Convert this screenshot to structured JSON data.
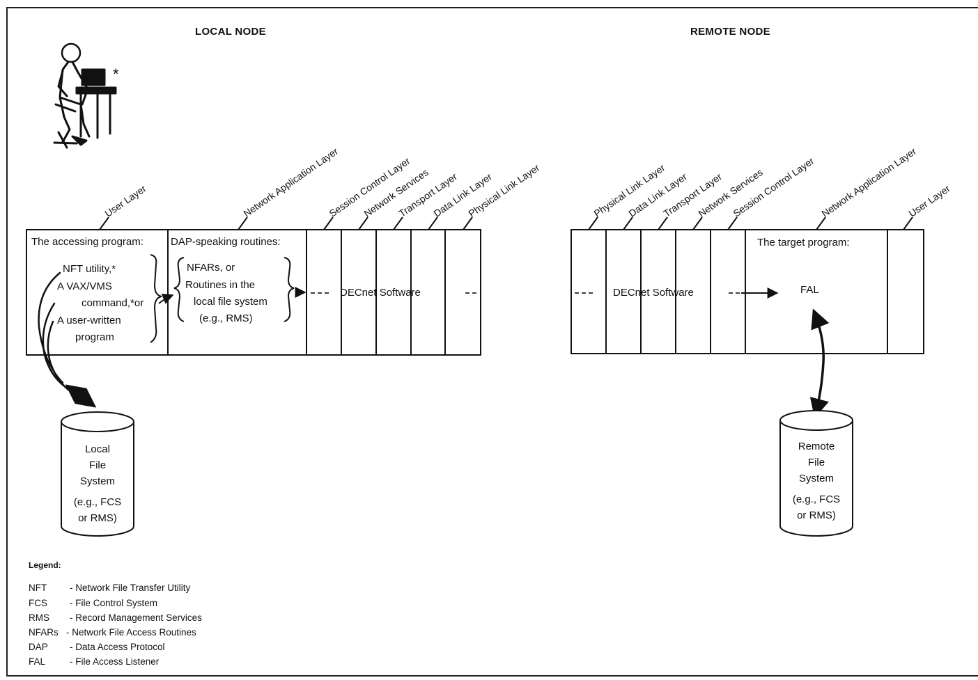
{
  "local_node": {
    "title": "LOCAL NODE",
    "layers": [
      "User Layer",
      "Network Application Layer",
      "Session Control Layer",
      "Network Services",
      "Transport Layer",
      "Data Link Layer",
      "Physical Link Layer"
    ],
    "accessing_box": {
      "heading": "The accessing program:",
      "items": [
        "NFT utility,*",
        "A VAX/VMS",
        "command,*or",
        "A user-written",
        "program"
      ]
    },
    "dap_box": {
      "heading": "DAP-speaking routines:",
      "items": [
        "NFARs, or",
        "Routines in the",
        "local file system",
        "(e.g., RMS)"
      ]
    },
    "software_label": "DECnet Software",
    "file_system": [
      "Local",
      "File",
      "System",
      "(e.g., FCS",
      "or RMS)"
    ],
    "user_asterisk": "*"
  },
  "remote_node": {
    "title": "REMOTE NODE",
    "layers": [
      "Physical Link Layer",
      "Data Link Layer",
      "Transport Layer",
      "Network Services",
      "Session Control Layer",
      "Network Application Layer",
      "User Layer"
    ],
    "software_label": "DECnet Software",
    "target_box": {
      "heading": "The target program:",
      "item": "FAL"
    },
    "file_system": [
      "Remote",
      "File",
      "System",
      "(e.g., FCS",
      "or RMS)"
    ]
  },
  "legend": {
    "title": "Legend:",
    "entries": [
      {
        "abbr": "NFT",
        "desc": "- Network File Transfer Utility"
      },
      {
        "abbr": "FCS",
        "desc": "- File Control System"
      },
      {
        "abbr": "RMS",
        "desc": "- Record Management Services"
      },
      {
        "abbr": "NFARs",
        "desc": "- Network File Access Routines"
      },
      {
        "abbr": "DAP",
        "desc": "- Data Access Protocol"
      },
      {
        "abbr": "FAL",
        "desc": "- File Access Listener"
      }
    ]
  }
}
